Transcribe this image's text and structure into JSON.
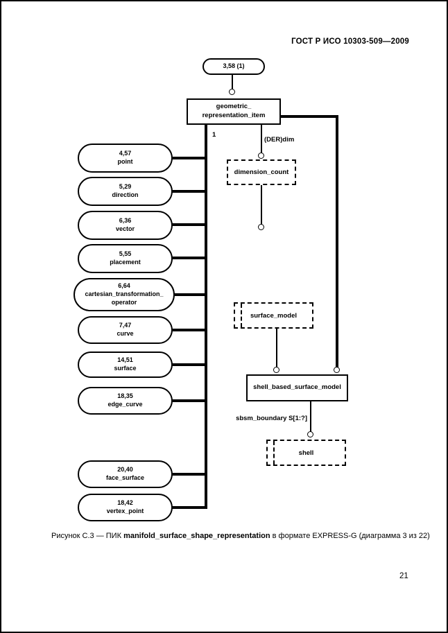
{
  "page": {
    "header": "ГОСТ Р ИСО 10303-509—2009",
    "page_number": "21",
    "caption": {
      "prefix": "Рисунок С.3 — ПИК ",
      "entity": "manifold_surface_shape_representation",
      "suffix": " в формате EXPRESS-G (диаграмма 3 из 22)"
    }
  },
  "colors": {
    "ink": "#000000",
    "paper": "#ffffff"
  },
  "diagram": {
    "type": "EXPRESS-G schema diagram",
    "page_ref_oval": "3,58 (1)",
    "root_box": "geometric_\nrepresentation_item",
    "labels": {
      "one": "1",
      "der_dim": "(DER)dim",
      "sbsm_boundary": "sbsm_boundary S[1:?]"
    },
    "dashed_boxes": {
      "dimension_count": "dimension_count",
      "surface_model": "surface_model",
      "shell": "shell"
    },
    "solid_boxes": {
      "shell_based_surface_model": "shell_based_surface_model"
    },
    "entities": [
      {
        "ref": "4,57",
        "label": "point"
      },
      {
        "ref": "5,29",
        "label": "direction"
      },
      {
        "ref": "6,36",
        "label": "vector"
      },
      {
        "ref": "5,55",
        "label": "placement"
      },
      {
        "ref": "6,64",
        "label": "cartesian_transformation_\noperator"
      },
      {
        "ref": "7,47",
        "label": "curve"
      },
      {
        "ref": "14,51",
        "label": "surface"
      },
      {
        "ref": "18,35",
        "label": "edge_curve"
      },
      {
        "ref": "20,40",
        "label": "face_surface"
      },
      {
        "ref": "18,42",
        "label": "vertex_point"
      }
    ]
  }
}
